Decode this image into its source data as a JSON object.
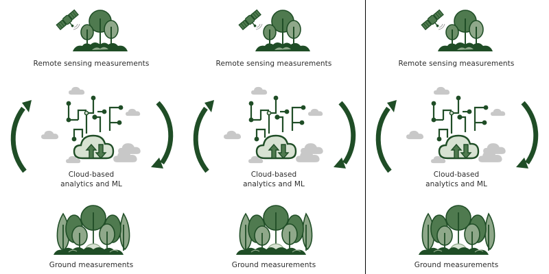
{
  "colors": {
    "dark_green": "#1f4d26",
    "mid_green": "#4f7a4f",
    "light_green": "#8fa88a",
    "pale_green": "#d7e2d2",
    "cloud_gray": "#c8c8c8",
    "text": "#2b2b2b",
    "divider": "#000000"
  },
  "panels": [
    {
      "remote_label": "Remote sensing measurements",
      "cloud_label_line1": "Cloud-based",
      "cloud_label_line2": "analytics and ML",
      "ground_label": "Ground measurements"
    },
    {
      "remote_label": "Remote sensing measurements",
      "cloud_label_line1": "Cloud-based",
      "cloud_label_line2": "analytics and ML",
      "ground_label": "Ground measurements"
    },
    {
      "remote_label": "Remote sensing measurements",
      "cloud_label_line1": "Cloud-based",
      "cloud_label_line2": "analytics and ML",
      "ground_label": "Ground measurements"
    }
  ],
  "icons": {
    "satellite": "satellite-icon",
    "forest_small": "trees-icon",
    "cloud_network": "cloud-network-icon",
    "forest_large": "forest-icon",
    "cycle_arrow": "curved-arrow-icon"
  }
}
